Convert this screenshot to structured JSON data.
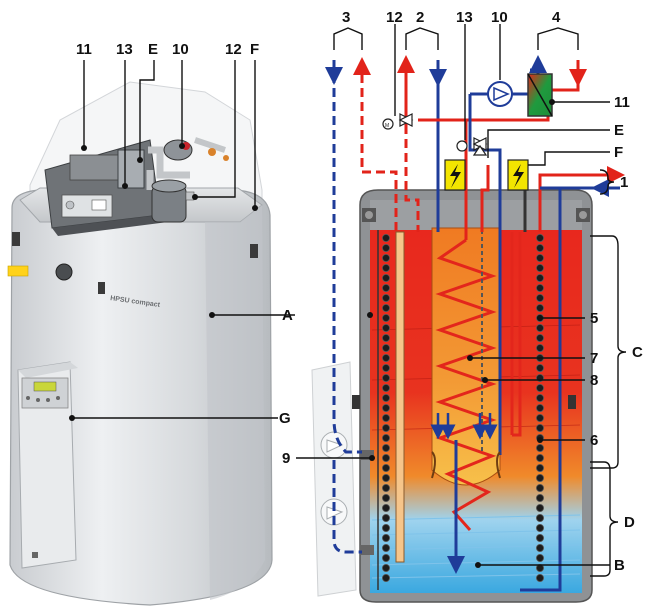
{
  "brand_plate": "HPSU compact",
  "labels": {
    "n1": "1",
    "n2": "2",
    "n3": "3",
    "n4": "4",
    "n5": "5",
    "n6": "6",
    "n7": "7",
    "n8": "8",
    "n9": "9",
    "n10_left": "10",
    "n10_right": "10",
    "n11_left": "11",
    "n11_right": "11",
    "n12_left": "12",
    "n12_right": "12",
    "n13_left": "13",
    "n13_right": "13",
    "A": "A",
    "B": "B",
    "C": "C",
    "D": "D",
    "E_left": "E",
    "E_right": "E",
    "F_left": "F",
    "F_right": "F",
    "G": "G"
  },
  "colors": {
    "hot": "#e2231a",
    "cold": "#1f3c99",
    "tank_gray": "#9a9a9a",
    "warning_yellow": "#f3e500"
  },
  "icons": [
    "lightning-warning-icon",
    "pump-icon",
    "valve-icon",
    "heat-exchanger-icon"
  ]
}
